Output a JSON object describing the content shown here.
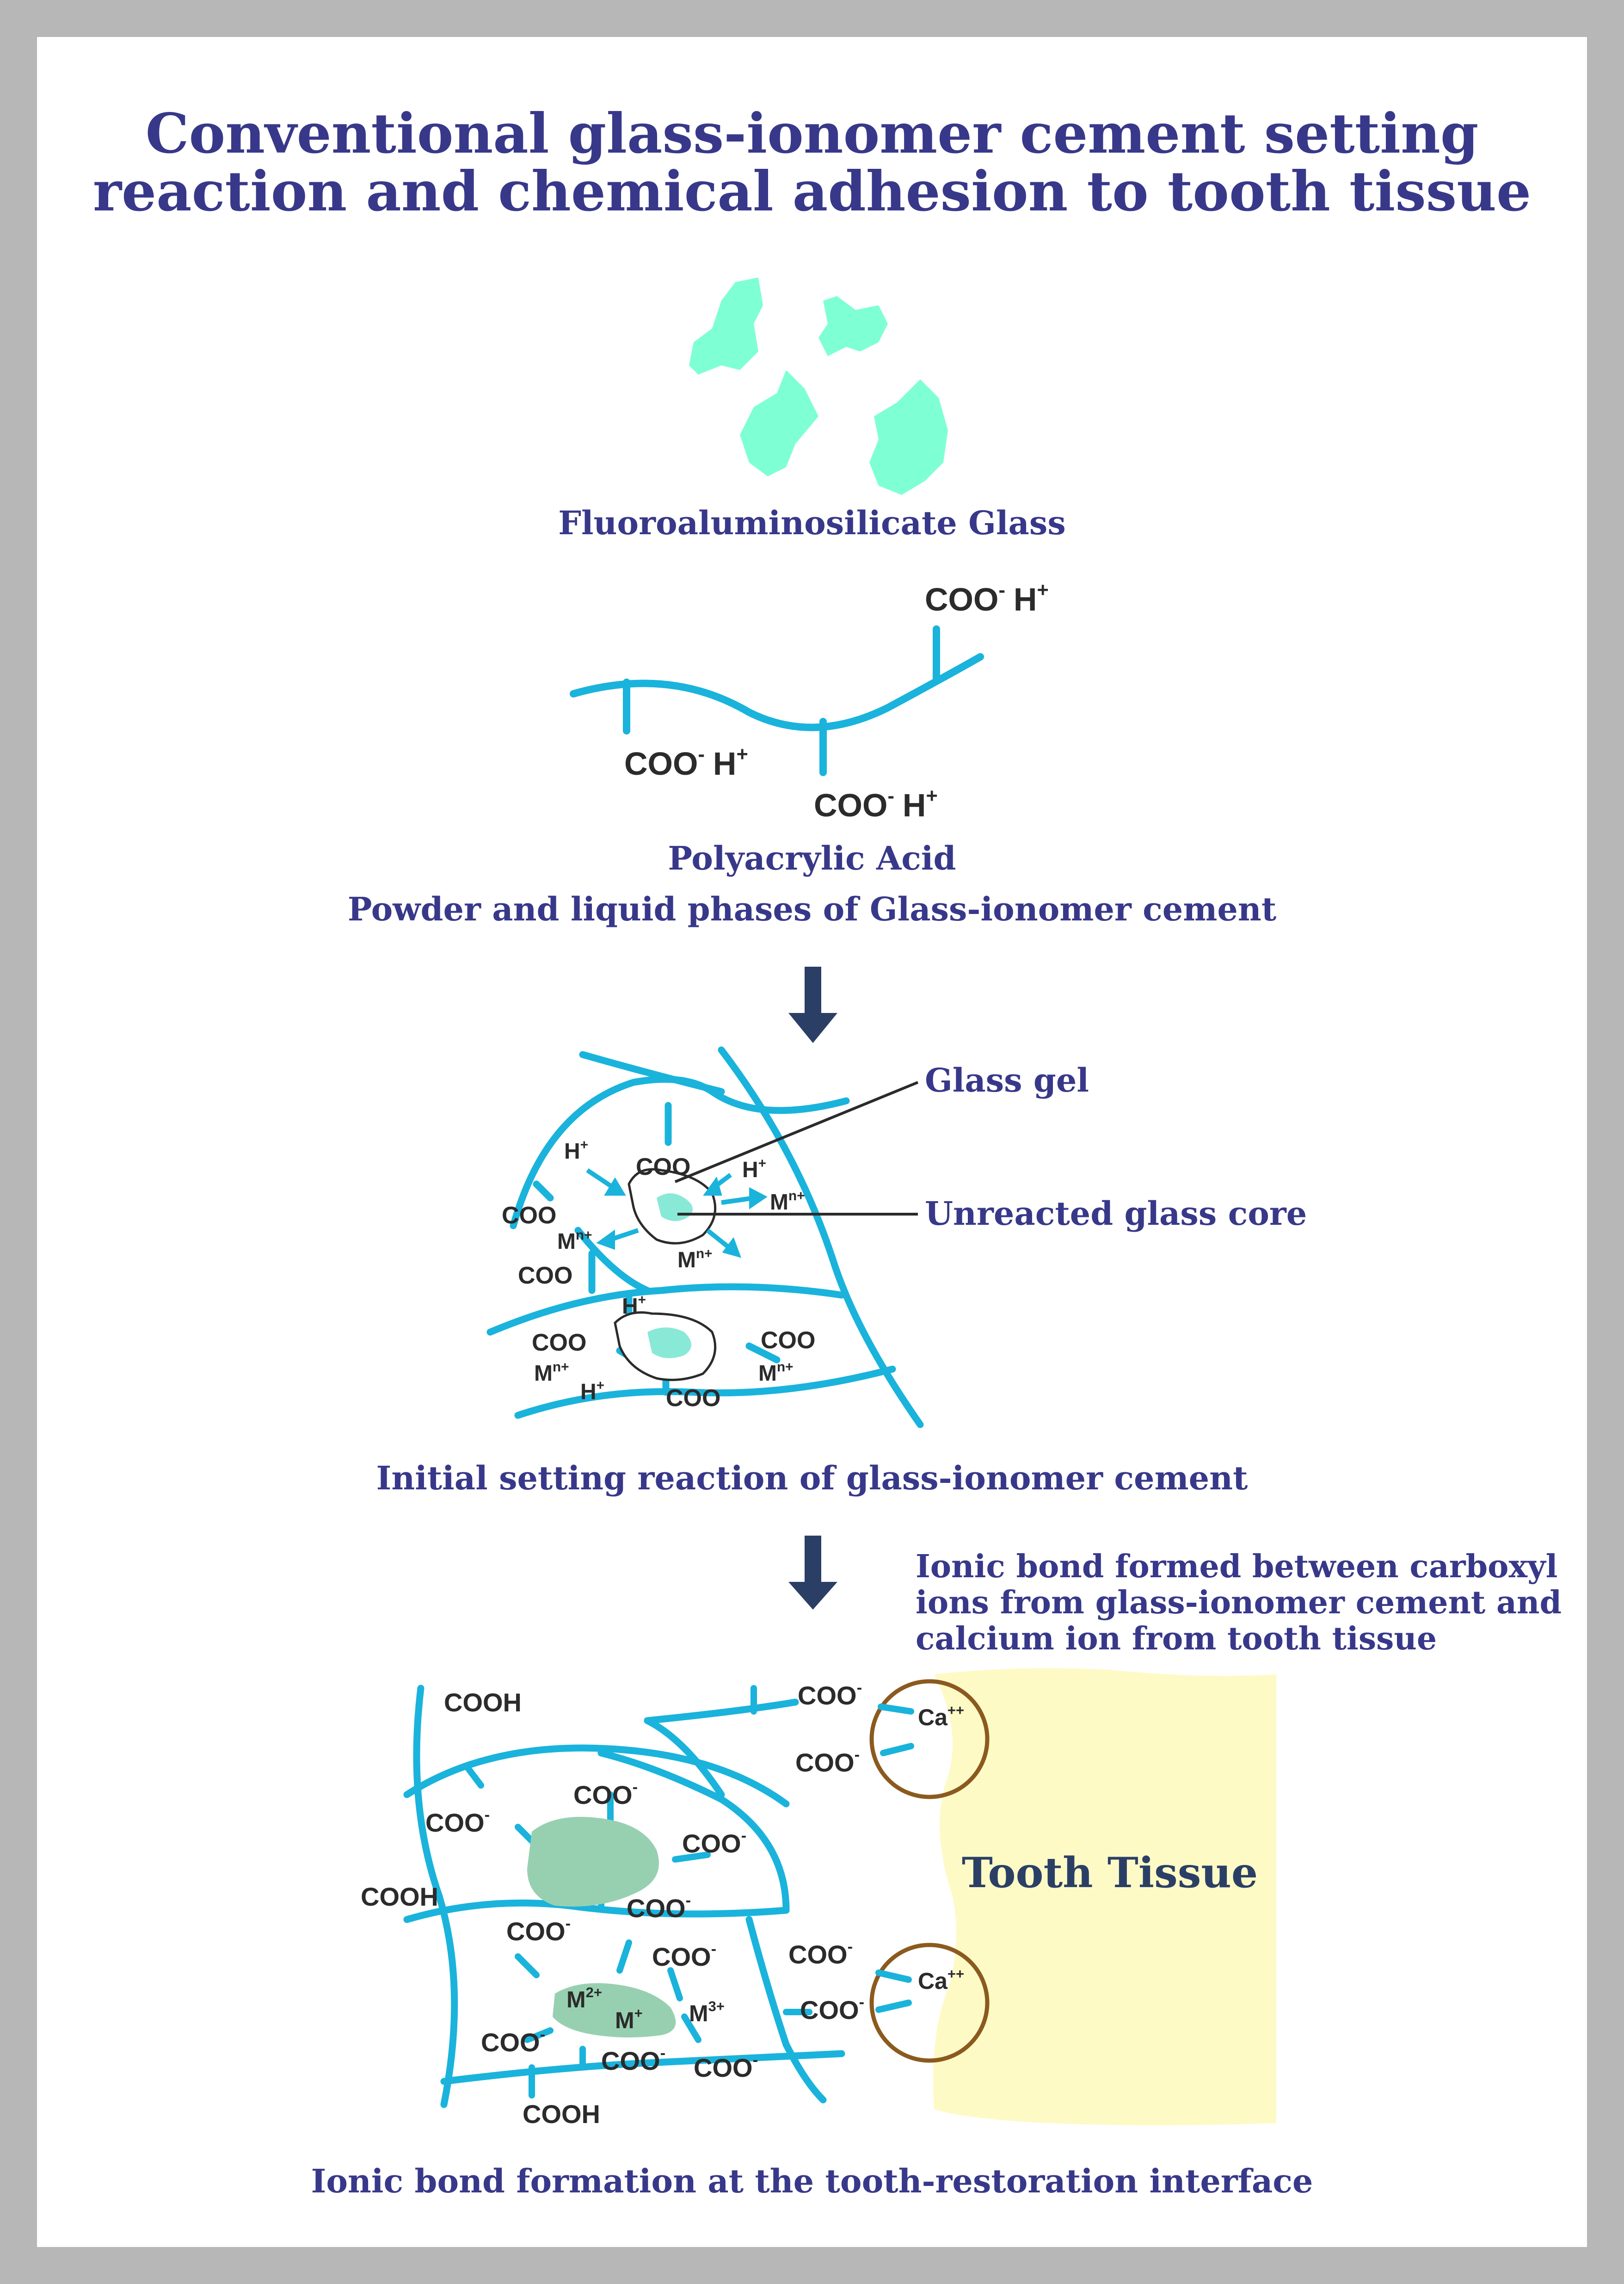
{
  "title": {
    "line1": "Conventional glass-ionomer cement setting",
    "line2": "reaction and chemical adhesion to tooth tissue"
  },
  "colors": {
    "chain": "#1ab3dc",
    "glass": "#7fffd4",
    "core": "#88e9d6",
    "set_particle": "#97d0b0",
    "tooth": "#fdfac6",
    "title": "#38388a",
    "arrow": "#2b3f66",
    "ring": "#8b5a1e"
  },
  "section1": {
    "glass_label": "Fluoroaluminosilicate Glass",
    "acid_label": "Polyacrylic Acid",
    "caption": "Powder and liquid phases of Glass-ionomer cement",
    "groups": [
      {
        "base": "COO",
        "charge": "-",
        "cation": "H",
        "cation_charge": "+"
      },
      {
        "base": "COO",
        "charge": "-",
        "cation": "H",
        "cation_charge": "+"
      },
      {
        "base": "COO",
        "charge": "-",
        "cation": "H",
        "cation_charge": "+"
      }
    ]
  },
  "section2": {
    "glass_gel_label": "Glass gel",
    "core_label": "Unreacted glass core",
    "caption": "Initial setting reaction of glass-ionomer cement",
    "coo": "COO",
    "h": "H",
    "h_charge": "+",
    "m": "M",
    "m_charge": "n+"
  },
  "section3": {
    "bond_note": [
      "Ionic bond formed between carboxyl",
      "ions from glass-ionomer cement and",
      "calcium ion from tooth tissue"
    ],
    "tooth_label": "Tooth Tissue",
    "caption": "Ionic bond formation at the tooth-restoration interface",
    "cooh": "COOH",
    "coo": "COO",
    "coo_charge": "-",
    "ca": "Ca",
    "ca_charge": "++",
    "m": "M",
    "m2_charge": "2+",
    "m1_charge": "+",
    "m3_charge": "3+"
  }
}
